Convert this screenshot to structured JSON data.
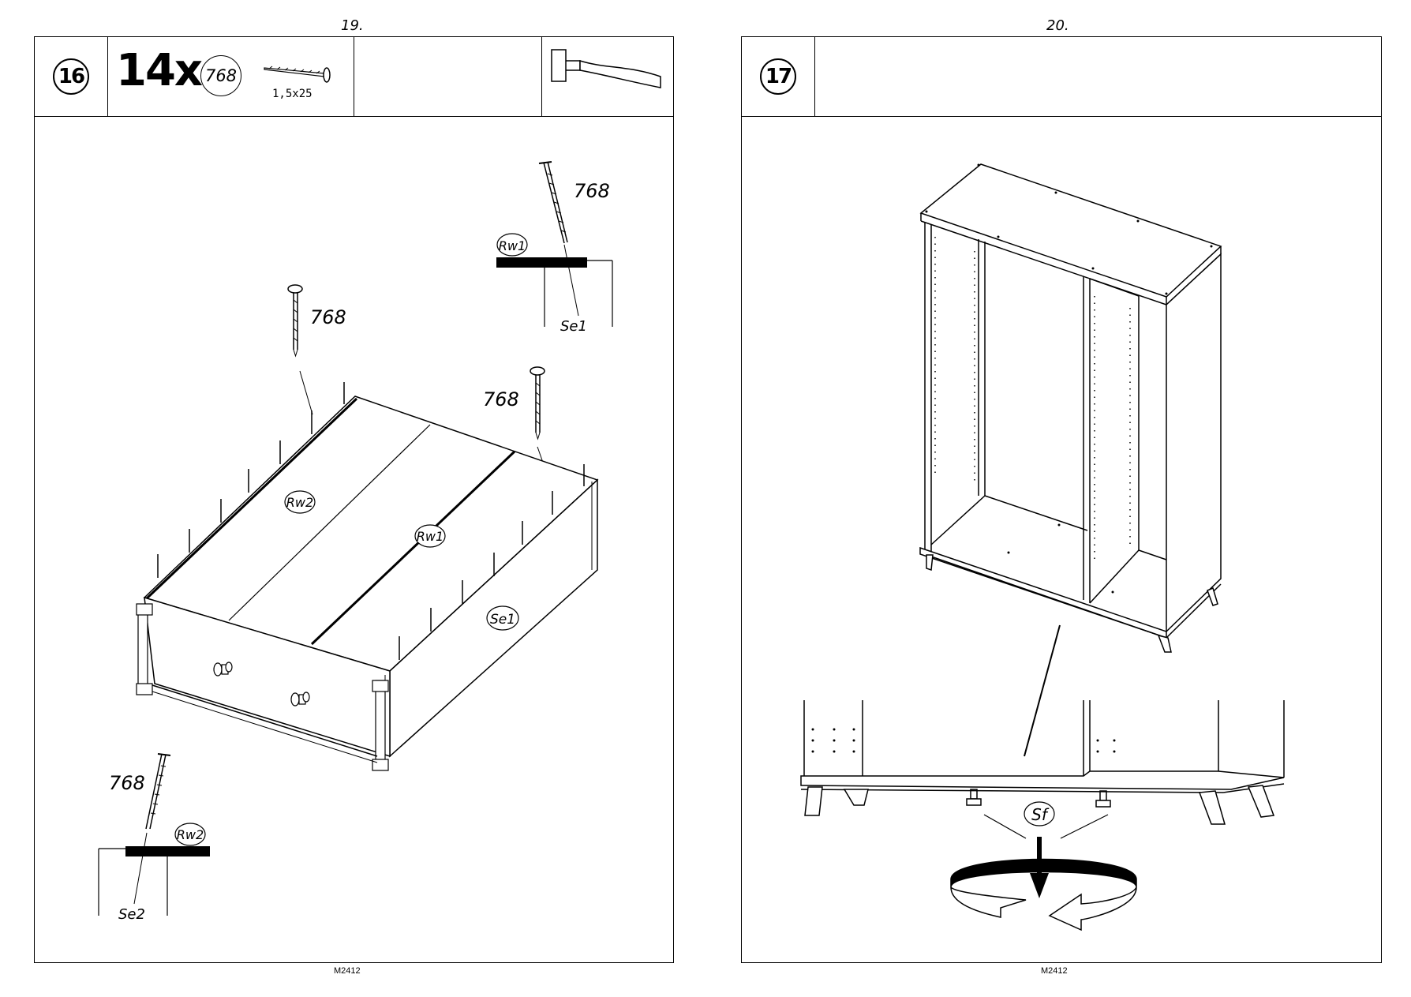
{
  "left_page": {
    "page_number": "19.",
    "footer": "M2412",
    "step_number": "16",
    "quantity": "14x",
    "part_number": "768",
    "part_size": "1,5x25",
    "tool_icon": "hammer-icon",
    "callouts": {
      "nail_top": "768",
      "nail_right": "768",
      "nail_detail_top": "768",
      "nail_detail_bottom": "768",
      "detail_top_label": "Rw1",
      "detail_top_sub": "Se1",
      "detail_bottom_label": "Rw2",
      "detail_bottom_sub": "Se2",
      "panel_rw2": "Rw2",
      "panel_rw1": "Rw1",
      "panel_se1": "Se1"
    }
  },
  "right_page": {
    "page_number": "20.",
    "footer": "M2412",
    "step_number": "17",
    "callouts": {
      "foot_label": "Sf"
    }
  }
}
